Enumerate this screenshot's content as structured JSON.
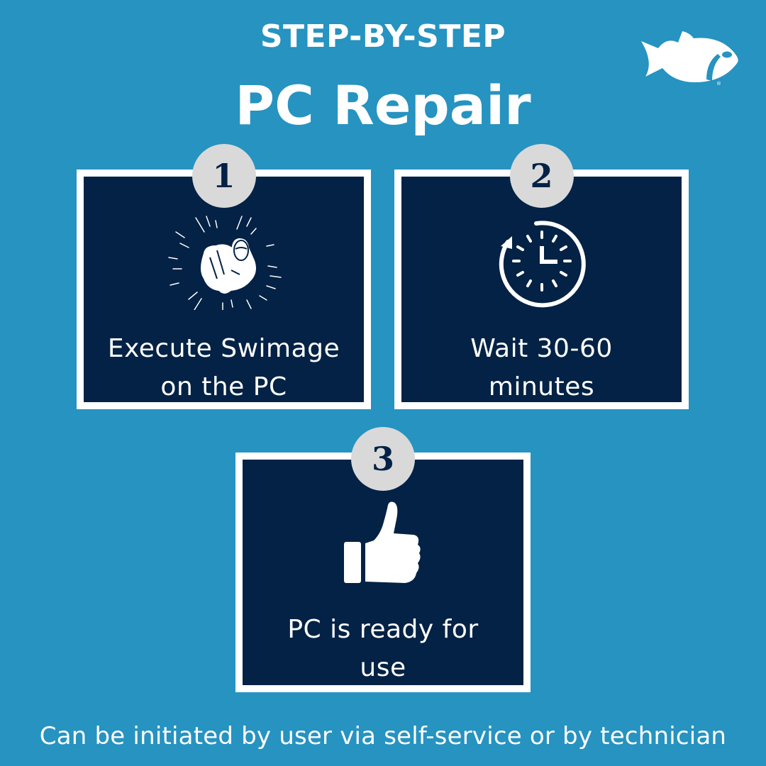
{
  "header": {
    "subtitle": "STEP-BY-STEP",
    "title": "PC Repair"
  },
  "logo": {
    "icon": "fish-logo-icon",
    "trademark": "®"
  },
  "steps": [
    {
      "number": "1",
      "icon": "pointing-hand-icon",
      "line1": "Execute Swimage",
      "line2": "on the PC"
    },
    {
      "number": "2",
      "icon": "clock-refresh-icon",
      "line1": "Wait 30-60",
      "line2": "minutes"
    },
    {
      "number": "3",
      "icon": "thumbs-up-icon",
      "line1": "PC is ready for",
      "line2": "use"
    }
  ],
  "footer": {
    "note": "Can be initiated by user via self-service or by technician"
  },
  "colors": {
    "background": "#2693c1",
    "card": "#032245",
    "border": "#ffffff",
    "badge": "#d9d9d9",
    "badge_text": "#032245"
  }
}
